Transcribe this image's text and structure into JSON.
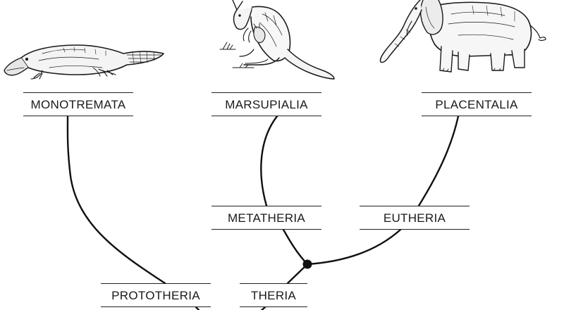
{
  "diagram": {
    "nodes": {
      "monotremata": "MONOTREMATA",
      "marsupialia": "MARSUPIALIA",
      "placentalia": "PLACENTALIA",
      "metatheria": "METATHERIA",
      "eutheria": "EUTHERIA",
      "prototheria": "PROTOTHERIA",
      "theria": "THERIA"
    },
    "edges": [
      [
        "prototheria",
        "monotremata"
      ],
      [
        "theria",
        "metatheria"
      ],
      [
        "theria",
        "eutheria"
      ],
      [
        "metatheria",
        "marsupialia"
      ],
      [
        "eutheria",
        "placentalia"
      ]
    ],
    "colors": {
      "line": "#111111",
      "ink": "#1a1a1a",
      "background": "#ffffff"
    },
    "illustrations": [
      "platypus-illustration",
      "kangaroo-illustration",
      "elephant-illustration"
    ]
  }
}
